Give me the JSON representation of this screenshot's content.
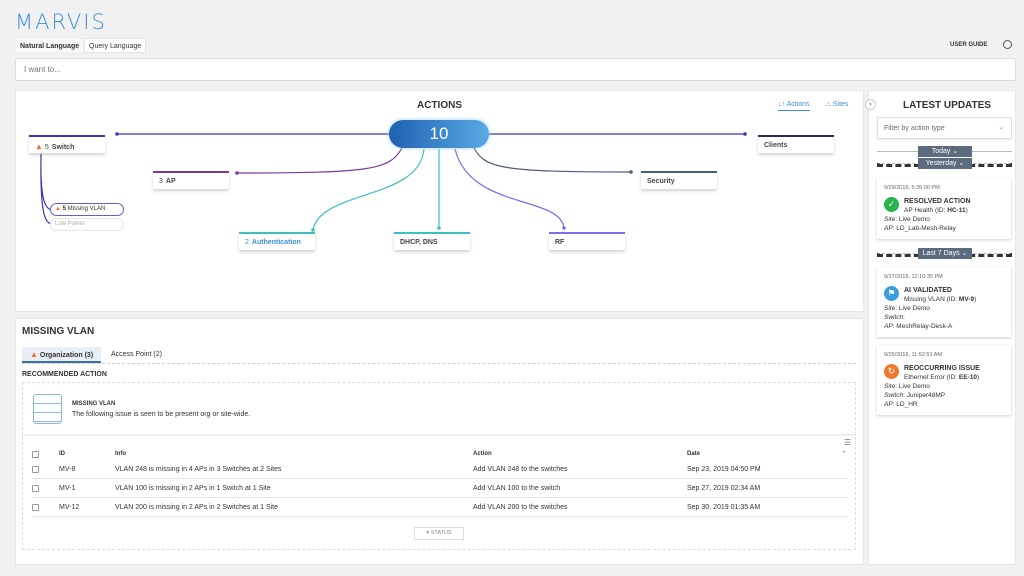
{
  "app": {
    "title": "MARVIS",
    "user_guide": "USER GUIDE",
    "clock_icon": "clock-icon"
  },
  "query_tabs": [
    "Natural Language",
    "Query Language"
  ],
  "search": {
    "placeholder": "I want to...",
    "value": ""
  },
  "actions": {
    "title": "ACTIONS",
    "total": "10",
    "view_tabs": [
      "Actions",
      "Sites"
    ],
    "nodes": {
      "switch": {
        "count": "5",
        "label": "Switch"
      },
      "ap": {
        "count": "3",
        "label": "AP"
      },
      "clients": {
        "label": "Clients"
      },
      "security": {
        "label": "Security"
      },
      "authentication": {
        "count": "2",
        "label": "Authentication"
      },
      "dhcp": {
        "label": "DHCP, DNS"
      },
      "rf": {
        "label": "RF"
      }
    },
    "switch_children": [
      {
        "count": "5",
        "label": "Missing VLAN"
      },
      {
        "label": "Low Power"
      }
    ]
  },
  "colors": {
    "brand": "#3b8fd8",
    "switch": "#3a35b5",
    "ap": "#7b3a9a",
    "teal": "#3dbfbf",
    "rf": "#7b6cf0",
    "security": "#4a5a78",
    "warning": "#f26a2e"
  },
  "updates": {
    "title": "LATEST UPDATES",
    "filter_placeholder": "Filter by action type",
    "groups": [
      "Today",
      "Yesterday",
      "Last 7 Days"
    ],
    "cards": [
      {
        "time": "9/29/2019, 5:35:00 PM",
        "status": "RESOLVED ACTION",
        "desc": "AP Health (ID: ",
        "id": "HC-11",
        "lines": [
          [
            "Site",
            "Live Demo"
          ],
          [
            "AP",
            "LD_Lab-Mesh-Relay"
          ]
        ]
      },
      {
        "time": "9/27/2019, 12:10:35 PM",
        "status": "AI VALIDATED",
        "desc": "Missing VLAN (ID: ",
        "id": "MV-9",
        "lines": [
          [
            "Site",
            "Live Demo"
          ],
          [
            "Switch",
            ""
          ],
          [
            "AP",
            "MeshRelay-Desk-A"
          ]
        ]
      },
      {
        "time": "9/25/2019, 11:52:51 AM",
        "status": "REOCCURRING ISSUE",
        "desc": "Ethernet Error (ID: ",
        "id": "EE-10",
        "lines": [
          [
            "Site",
            "Live Demo"
          ],
          [
            "Switch",
            "Juniper48MP"
          ],
          [
            "AP",
            "LD_HR"
          ]
        ]
      }
    ]
  },
  "detail": {
    "title": "MISSING VLAN",
    "tabs": [
      "Organization (3)",
      "Access Point (2)"
    ],
    "section": "RECOMMENDED ACTION",
    "issue_title": "MISSING VLAN",
    "issue_desc": "The following issue is seen to be present org or site-wide.",
    "columns": [
      "ID",
      "Info",
      "Action",
      "Date"
    ],
    "rows": [
      {
        "id": "MV-8",
        "info": "VLAN 248 is missing in 4 APs in 3 Switches at 2 Sites",
        "action": "Add VLAN 248 to the switches",
        "date": "Sep 23, 2019 04:50 PM"
      },
      {
        "id": "MV-1",
        "info": "VLAN 100 is missing in 2 APs in 1 Switch at 1 Site",
        "action": "Add VLAN 100 to the switch",
        "date": "Sep 27, 2019 02:34 AM"
      },
      {
        "id": "MV-12",
        "info": "VLAN 200 is missing in 2 APs in 2 Switches at 1 Site",
        "action": "Add VLAN 200 to the switches",
        "date": "Sep 30, 2019 01:35 AM"
      }
    ],
    "status_button": "STATUS"
  }
}
